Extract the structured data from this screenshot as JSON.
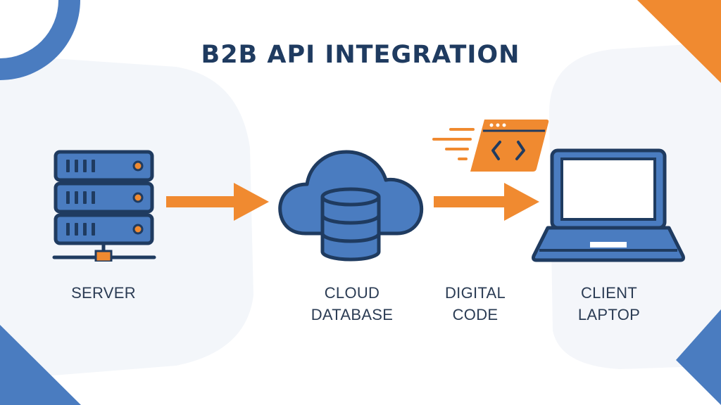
{
  "title": "B2B API INTEGRATION",
  "colors": {
    "navy": "#1f3b60",
    "blue": "#4a7cc0",
    "orange": "#f08a30",
    "background_tint": "#f3f6fa"
  },
  "nodes": [
    {
      "id": "server",
      "icon": "server-icon",
      "label_lines": [
        "SERVER"
      ]
    },
    {
      "id": "cloud-database",
      "icon": "cloud-database-icon",
      "label_lines": [
        "CLOUD",
        "DATABASE"
      ]
    },
    {
      "id": "digital-code",
      "icon": "code-window-icon",
      "label_lines": [
        "DIGITAL",
        "CODE"
      ]
    },
    {
      "id": "client-laptop",
      "icon": "laptop-icon",
      "label_lines": [
        "CLIENT",
        "LAPTOP"
      ]
    }
  ],
  "connections": [
    {
      "from": "server",
      "to": "cloud-database"
    },
    {
      "from": "cloud-database",
      "to": "client-laptop"
    }
  ]
}
